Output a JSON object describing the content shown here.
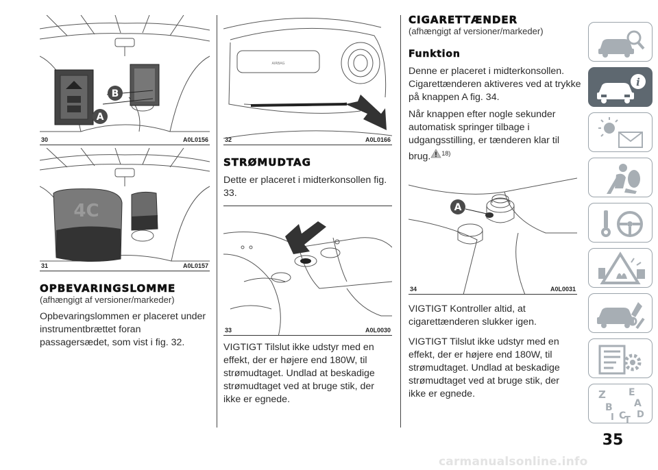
{
  "figures": {
    "fig30": {
      "num": "30",
      "code": "A0L0156",
      "callouts": [
        "B",
        "A"
      ],
      "badge": ""
    },
    "fig31": {
      "num": "31",
      "code": "A0L0157",
      "badge": "4C"
    },
    "fig32": {
      "num": "32",
      "code": "A0L0166"
    },
    "fig33": {
      "num": "33",
      "code": "A0L0030"
    },
    "fig34": {
      "num": "34",
      "code": "A0L0031",
      "callout": "A"
    }
  },
  "col1": {
    "heading": "OPBEVARINGSLOMME",
    "subheading": "(afhængigt af versioner/markeder)",
    "paragraph": "Opbevaringslommen er placeret under instrumentbrættet foran passagersædet, som vist i fig. 32."
  },
  "col2": {
    "heading": "STRØMUDTAG",
    "paragraph": "Dette er placeret i midterkonsollen fig. 33.",
    "warning": "VIGTIGT Tilslut ikke udstyr med en effekt, der er højere end 180W, til strømudtaget. Undlad at beskadige strømudtaget ved at bruge stik, der ikke er egnede."
  },
  "col3": {
    "heading": "CIGARETTÆNDER",
    "subheading": "(afhængigt af versioner/markeder)",
    "subheading2": "Funktion",
    "para1": "Denne er placeret i midterkonsollen. Cigarettænderen aktiveres ved at trykke på knappen A fig. 34.",
    "para2": "Når knappen efter nogle sekunder automatisk springer tilbage i udgangsstilling, er tænderen klar til brug.",
    "para2_ref": "18)",
    "warning1": "VIGTIGT Kontroller altid, at cigarettænderen slukker igen.",
    "warning2": "VIGTIGT Tilslut ikke udstyr med en effekt, der er højere end 180W, til strømudtaget. Undlad at beskadige strømudtaget ved at bruge stik, der ikke er egnede."
  },
  "sidebar": {
    "tabs": [
      {
        "icon": "car-search-icon",
        "active": false
      },
      {
        "icon": "car-info-icon",
        "active": true
      },
      {
        "icon": "warning-light-message-icon",
        "active": false
      },
      {
        "icon": "airbag-seat-icon",
        "active": false
      },
      {
        "icon": "steering-key-icon",
        "active": false
      },
      {
        "icon": "road-warning-icon",
        "active": false
      },
      {
        "icon": "car-service-icon",
        "active": false
      },
      {
        "icon": "specifications-gear-icon",
        "active": false
      },
      {
        "icon": "alphabet-index-icon",
        "active": false
      }
    ],
    "alphabet_letters": [
      "Z",
      "E",
      "A",
      "B",
      "C",
      "D",
      "I",
      "T"
    ]
  },
  "page_number": "35",
  "watermark": "carmanualsonline.info",
  "colors": {
    "active_tab": "#5e6870",
    "tab_border": "#9aa3aa",
    "icon_gray": "#a7aeb4"
  }
}
